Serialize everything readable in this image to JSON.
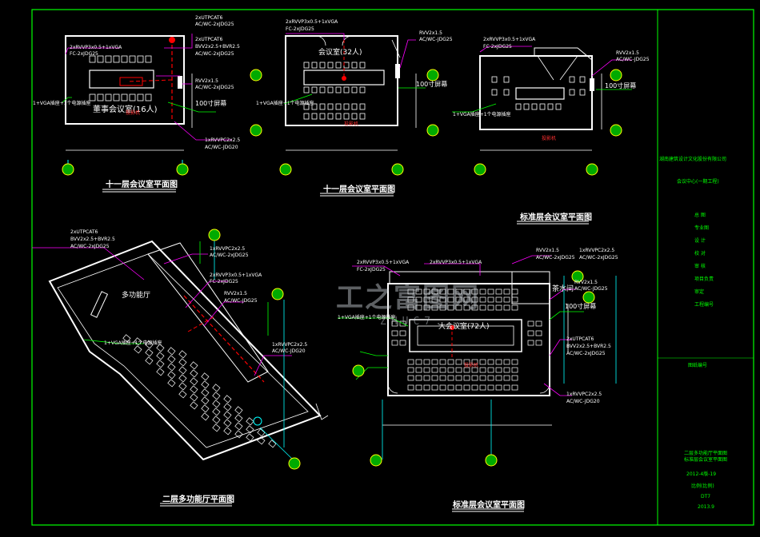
{
  "titles": {
    "floor11a": "十一层会议室平面图",
    "floor11b": "十一层会议室平面图",
    "standard_small": "标准层会议室平面图",
    "floor2": "二层多功能厅平面图",
    "standard_big": "标准层会议室平面图"
  },
  "rooms": {
    "boardroom": "董事会议室(16人)",
    "meeting": "会议室(32人)",
    "multi": "多功能厅",
    "big": "大会议室(72人)",
    "tea": "茶水间"
  },
  "labels": {
    "l1": "2xRVVP3x0.5+1xVGA",
    "l2": "FC-2xJDG25",
    "l3": "2xUTPCAT6",
    "l4": "BVV2x2.5+BVR2.5",
    "l5": "AC/WC-2xJDG25",
    "l6": "RVV2x1.5",
    "l7": "AC/WC-JDG25",
    "l8": "1xRVVPC2x2.5",
    "l9": "AC/WC-JDG20",
    "l10": "1+VGA插座+1个电源插座",
    "l11": "100寸屏幕",
    "l12": "1+VGA插座+1个电源插座",
    "proj": "投影机",
    "wm_main": "工之富图网",
    "wm_sub": "ZHUC7..."
  },
  "titleblock": {
    "company": "湖南建筑设计文化股份有限公司",
    "project": "会议中心(一期工程)",
    "rows": [
      "总 图",
      "专业图",
      "设 计",
      "校 对",
      "审 核",
      "项目负责",
      "审定",
      "工程编号"
    ],
    "drawing": "图纸编号",
    "desc1": "二层多功能厅平面图",
    "desc2": "标准层会议室平面图",
    "date": "2012-4版-19",
    "scale": "比例(比例)",
    "sheet": "DT7",
    "year": "2013.9"
  },
  "colors": {
    "frame": "#00ff00",
    "wall": "#ffffff",
    "cable": "#ff00ff",
    "leader": "#00ff00",
    "dim": "#ffff00",
    "red": "#ff0000",
    "axis": "#00ffff"
  }
}
